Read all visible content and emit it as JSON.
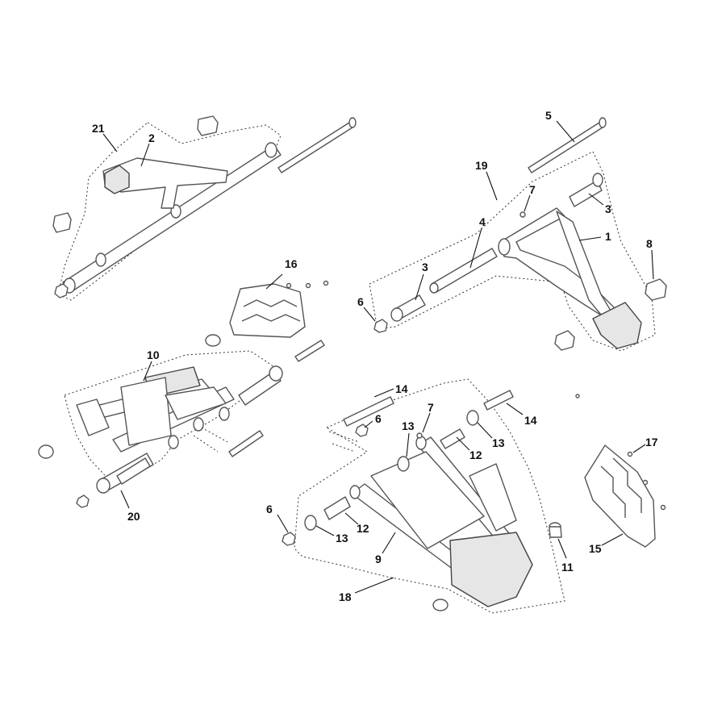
{
  "callouts": {
    "c1": "1",
    "c2": "2",
    "c3a": "3",
    "c3b": "3",
    "c4": "4",
    "c5": "5",
    "c6a": "6",
    "c6b": "6",
    "c6c": "6",
    "c7a": "7",
    "c7b": "7",
    "c8": "8",
    "c9": "9",
    "c10": "10",
    "c11": "11",
    "c12a": "12",
    "c12b": "12",
    "c13a": "13",
    "c13b": "13",
    "c13c": "13",
    "c14a": "14",
    "c14b": "14",
    "c15": "15",
    "c16": "16",
    "c17": "17",
    "c18": "18",
    "c19": "19",
    "c20": "20",
    "c21": "21"
  }
}
